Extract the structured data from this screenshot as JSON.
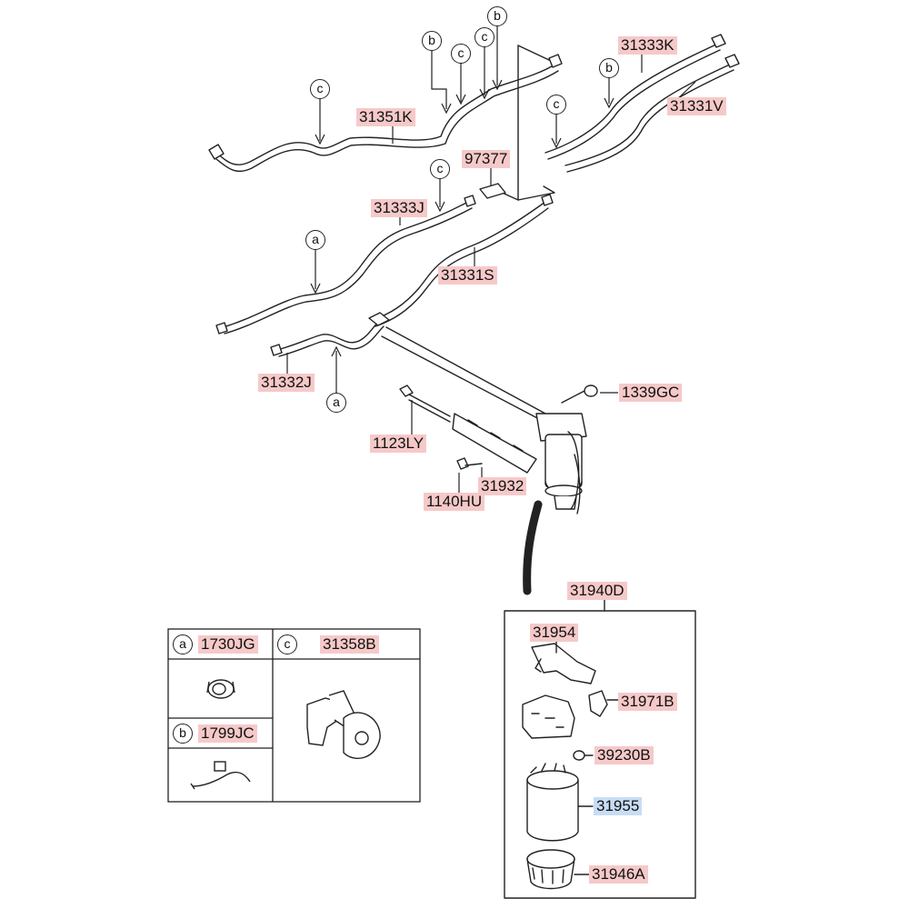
{
  "parts": {
    "p31333K": "31333K",
    "p31331V": "31331V",
    "p31351K": "31351K",
    "p97377": "97377",
    "p31333J": "31333J",
    "p31331S": "31331S",
    "p31332J": "31332J",
    "p1339GC": "1339GC",
    "p1123LY": "1123LY",
    "p31932": "31932",
    "p1140HU": "1140HU",
    "p31940D": "31940D",
    "p31954": "31954",
    "p31971B": "31971B",
    "p39230B": "39230B",
    "p31955": "31955",
    "p31946A": "31946A"
  },
  "markers": {
    "a": "a",
    "b": "b",
    "c": "c"
  },
  "legend": {
    "a_code": "1730JG",
    "b_code": "1799JC",
    "c_code": "31358B"
  },
  "colors": {
    "label_bg": "#f6c9c9",
    "highlight_bg": "#c8dcf5",
    "line": "#222222"
  }
}
